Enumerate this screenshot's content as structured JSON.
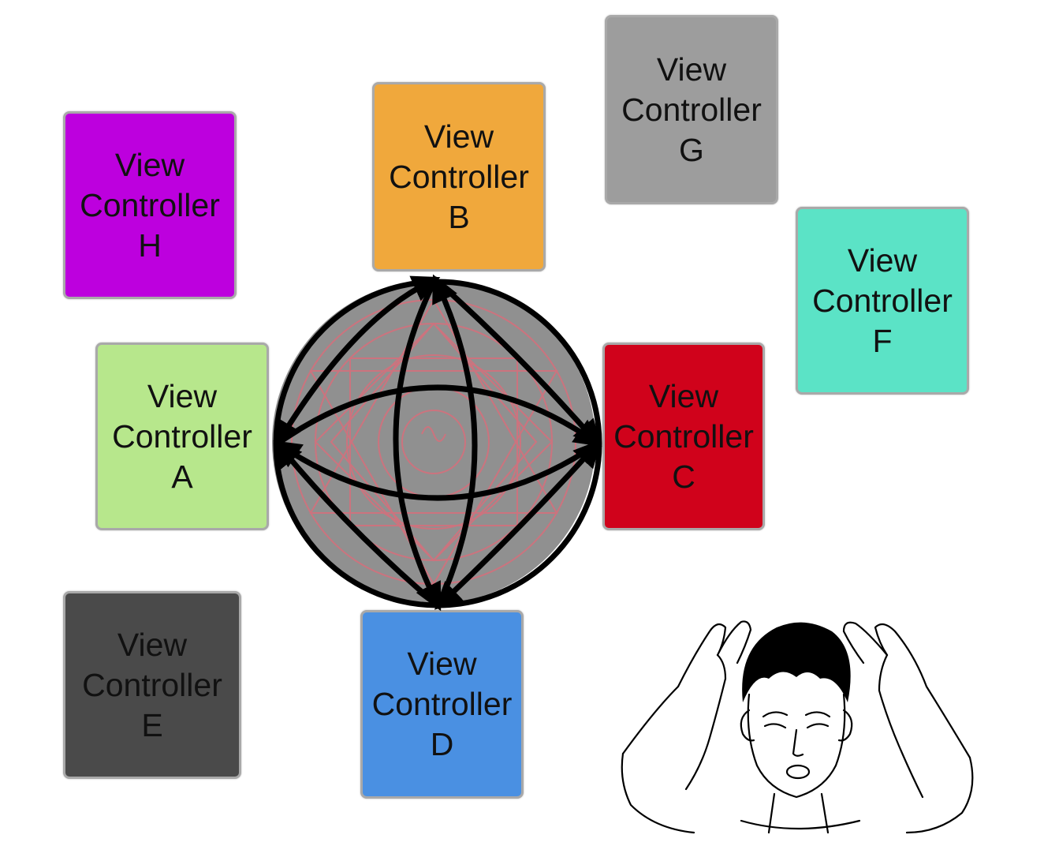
{
  "controllers": {
    "h": {
      "line1": "View",
      "line2": "Controller",
      "line3": "H",
      "color": "#bd00de"
    },
    "b": {
      "line1": "View",
      "line2": "Controller",
      "line3": "B",
      "color": "#f0a83c"
    },
    "g": {
      "line1": "View",
      "line2": "Controller",
      "line3": "G",
      "color": "#9d9d9d"
    },
    "f": {
      "line1": "View",
      "line2": "Controller",
      "line3": "F",
      "color": "#5be3c6"
    },
    "a": {
      "line1": "View",
      "line2": "Controller",
      "line3": "A",
      "color": "#b7e78c"
    },
    "c": {
      "line1": "View",
      "line2": "Controller",
      "line3": "C",
      "color": "#d0021b"
    },
    "e": {
      "line1": "View",
      "line2": "Controller",
      "line3": "E",
      "color": "#4a4a4a"
    },
    "d": {
      "line1": "View",
      "line2": "Controller",
      "line3": "D",
      "color": "#4a90e2"
    }
  },
  "hub": {
    "icon": "magic-circle",
    "fill": "#8a8a8a",
    "pattern_color": "#e06a78"
  },
  "decoration": {
    "icon": "confused-face-meme"
  }
}
